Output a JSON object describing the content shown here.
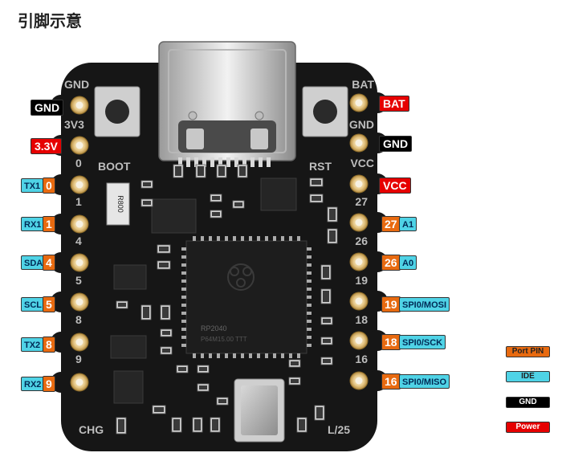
{
  "title": "引脚示意",
  "silkscreen": {
    "left": [
      "GND",
      "3V3",
      "0",
      "1",
      "4",
      "5",
      "8",
      "9"
    ],
    "right": [
      "BAT",
      "GND",
      "VCC",
      "27",
      "26",
      "19",
      "18",
      "16"
    ],
    "boot": "BOOT",
    "rst": "RST",
    "chg": "CHG",
    "l25": "L/25",
    "resistor": "R800",
    "chip_line1": "RP2040",
    "chip_line2": "P64M15.00 TTT"
  },
  "left_pins": [
    {
      "labels": [
        {
          "text": "GND",
          "kind": "gnd"
        }
      ]
    },
    {
      "labels": [
        {
          "text": "3.3V",
          "kind": "pwr"
        }
      ]
    },
    {
      "labels": [
        {
          "text": "TX1",
          "kind": "ide"
        },
        {
          "text": "0",
          "kind": "port"
        }
      ]
    },
    {
      "labels": [
        {
          "text": "RX1",
          "kind": "ide"
        },
        {
          "text": "1",
          "kind": "port"
        }
      ]
    },
    {
      "labels": [
        {
          "text": "SDA",
          "kind": "ide"
        },
        {
          "text": "4",
          "kind": "port"
        }
      ]
    },
    {
      "labels": [
        {
          "text": "SCL",
          "kind": "ide"
        },
        {
          "text": "5",
          "kind": "port"
        }
      ]
    },
    {
      "labels": [
        {
          "text": "TX2",
          "kind": "ide"
        },
        {
          "text": "8",
          "kind": "port"
        }
      ]
    },
    {
      "labels": [
        {
          "text": "RX2",
          "kind": "ide"
        },
        {
          "text": "9",
          "kind": "port"
        }
      ]
    }
  ],
  "right_pins": [
    {
      "labels": [
        {
          "text": "BAT",
          "kind": "pwr"
        }
      ]
    },
    {
      "labels": [
        {
          "text": "GND",
          "kind": "gnd"
        }
      ]
    },
    {
      "labels": [
        {
          "text": "VCC",
          "kind": "pwr"
        }
      ]
    },
    {
      "labels": [
        {
          "text": "27",
          "kind": "port"
        },
        {
          "text": "A1",
          "kind": "ide"
        }
      ]
    },
    {
      "labels": [
        {
          "text": "26",
          "kind": "port"
        },
        {
          "text": "A0",
          "kind": "ide"
        }
      ]
    },
    {
      "labels": [
        {
          "text": "19",
          "kind": "port"
        },
        {
          "text": "SPI0/MOSI",
          "kind": "ide"
        }
      ]
    },
    {
      "labels": [
        {
          "text": "18",
          "kind": "port"
        },
        {
          "text": "SPI0/SCK",
          "kind": "ide"
        }
      ]
    },
    {
      "labels": [
        {
          "text": "16",
          "kind": "port"
        },
        {
          "text": "SPI0/MISO",
          "kind": "ide"
        }
      ]
    }
  ],
  "legend": {
    "port": "Port PIN",
    "ide": "IDE",
    "gnd": "GND",
    "power": "Power"
  },
  "colors": {
    "board": "#161616",
    "port": "#e86a10",
    "ide": "#4fd3e6",
    "gnd": "#000000",
    "power": "#e60000",
    "gold": "#d9b46a"
  }
}
